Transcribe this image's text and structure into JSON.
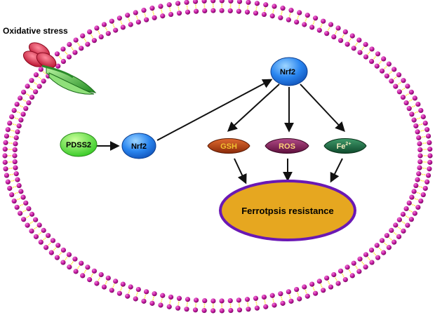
{
  "labels": {
    "stress": "Oxidative stress",
    "pdss2": "PDSS2",
    "nrf2_left": "Nrf2",
    "nrf2_top": "Nrf2",
    "gsh": "GSH",
    "ros": "ROS",
    "fe_base": "Fe",
    "fe_sup": "2+",
    "outcome": "Ferrotpsis resistance"
  },
  "colors": {
    "lipid_head": "#c2189f",
    "lipid_tail": "#ffe93a",
    "pdss2_fill": "#4ddc3a",
    "nrf2_fill": "#1f77e8",
    "gsh_fill": "#b84012",
    "gsh_text": "#f2c230",
    "ros_fill": "#8a1f5c",
    "ros_text": "#ffd37a",
    "fe_fill": "#1f6a44",
    "fe_text": "#f4ecc0",
    "outcome_fill": "#e6a720",
    "outcome_stroke": "#6a18b4",
    "receptor_red": "#d61f3f",
    "receptor_green": "#2fb82f"
  },
  "icons": [
    "membrane-receptor-icon",
    "lipid-bilayer-icon"
  ]
}
